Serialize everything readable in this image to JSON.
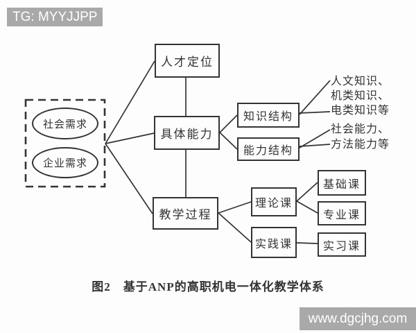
{
  "colors": {
    "ink": "#333333",
    "background": "#fdfdfd",
    "banner_bg": "#a9a9a9",
    "banner_text": "#ffffff"
  },
  "banner": {
    "text": "TG: MYYJJPP"
  },
  "watermark": {
    "text": "www.dgcjhg.com"
  },
  "diagram": {
    "needs": {
      "social": "社会需求",
      "enterprise": "企业需求"
    },
    "nodes": {
      "talent": "人才定位",
      "ability": "具体能力",
      "process": "教学过程",
      "knowledge_structure": "知识结构",
      "ability_structure": "能力结构",
      "theory_course": "理论课",
      "practice_course": "实践课",
      "basic_course": "基础课",
      "major_course": "专业课",
      "internship_course": "实习课"
    },
    "notes": {
      "knowledge": [
        "人文知识、",
        "机类知识、",
        "电类知识等"
      ],
      "ability": [
        "社会能力、",
        "方法能力等"
      ]
    },
    "caption": "图2　基于ANP的高职机电一体化教学体系"
  }
}
